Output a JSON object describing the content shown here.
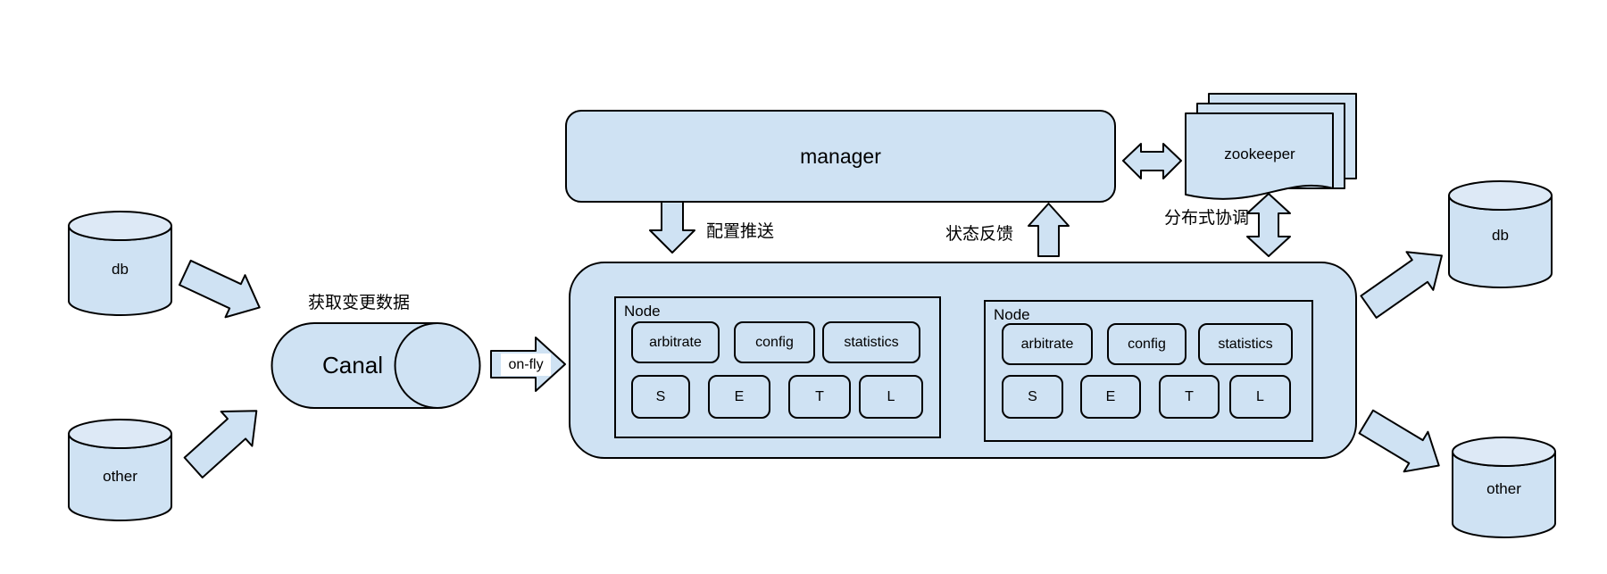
{
  "diagram": {
    "sources": {
      "db": "db",
      "other": "other"
    },
    "targets": {
      "db": "db",
      "other": "other"
    },
    "canal": {
      "label": "Canal",
      "caption": "获取变更数据"
    },
    "onfly": {
      "label": "on-fly"
    },
    "manager": {
      "label": "manager"
    },
    "zookeeper": {
      "label": "zookeeper"
    },
    "labels": {
      "config_push": "配置推送",
      "status_feedback": "状态反馈",
      "distributed_coordination": "分布式协调"
    },
    "nodes": [
      {
        "title": "Node",
        "modules": [
          "arbitrate",
          "config",
          "statistics"
        ],
        "stages": [
          "S",
          "E",
          "T",
          "L"
        ]
      },
      {
        "title": "Node",
        "modules": [
          "arbitrate",
          "config",
          "statistics"
        ],
        "stages": [
          "S",
          "E",
          "T",
          "L"
        ]
      }
    ],
    "colors": {
      "shape_fill": "#cfe2f3",
      "cylinder_top_fill": "#dde9f6",
      "stroke": "#000000",
      "background": "#ffffff"
    }
  }
}
